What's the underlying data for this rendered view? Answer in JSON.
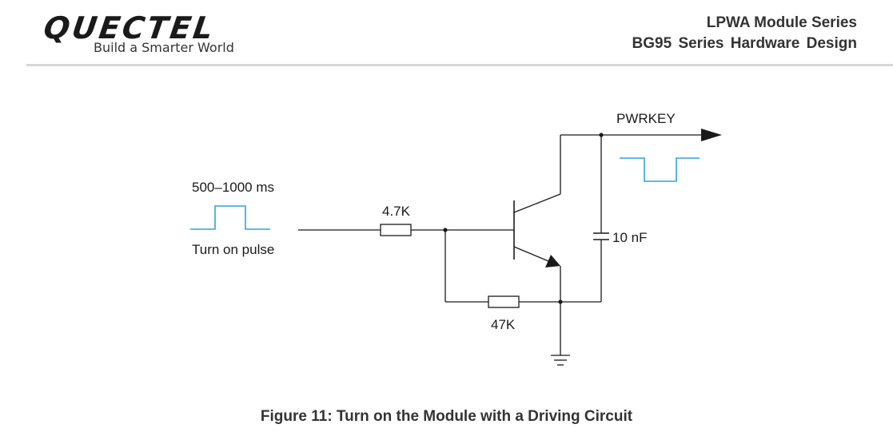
{
  "header": {
    "logo_text": "QUECTEL",
    "tagline": "Build a Smarter World",
    "series": "LPWA Module Series",
    "title": "BG95  Series  Hardware  Design"
  },
  "diagram": {
    "pulse_label": "500–1000 ms",
    "pulse_caption": "Turn on pulse",
    "resistor_base": "4.7K",
    "resistor_pulldown": "47K",
    "capacitor": "10 nF",
    "output_label": "PWRKEY"
  },
  "colors": {
    "wire": "#1a1a1a",
    "pulse": "#2ea3d8"
  },
  "caption": "Figure 11: Turn on the Module with a Driving Circuit"
}
